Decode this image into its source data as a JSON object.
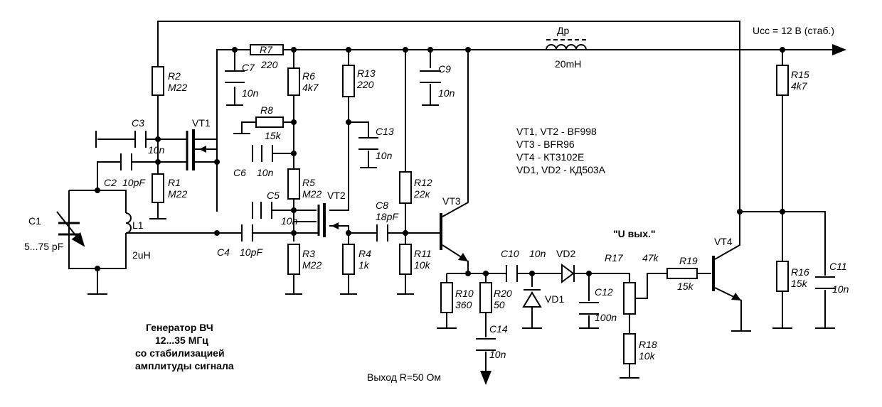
{
  "supply_label": "Ucc = 12 В (стаб.)",
  "choke": {
    "ref": "Др",
    "value": "20mH"
  },
  "components": {
    "R1": {
      "ref": "R1",
      "value": "M22"
    },
    "R2": {
      "ref": "R2",
      "value": "M22"
    },
    "R3": {
      "ref": "R3",
      "value": "M22"
    },
    "R4": {
      "ref": "R4",
      "value": "1k"
    },
    "R5": {
      "ref": "R5",
      "value": "M22"
    },
    "R6": {
      "ref": "R6",
      "value": "4k7"
    },
    "R7": {
      "ref": "R7",
      "value": "220"
    },
    "R8": {
      "ref": "R8",
      "value": "15k"
    },
    "R10": {
      "ref": "R10",
      "value": "360"
    },
    "R11": {
      "ref": "R11",
      "value": "10k"
    },
    "R12": {
      "ref": "R12",
      "value": "22к"
    },
    "R13": {
      "ref": "R13",
      "value": "220"
    },
    "R15": {
      "ref": "R15",
      "value": "4k7"
    },
    "R16": {
      "ref": "R16",
      "value": "15k"
    },
    "R17": {
      "ref": "R17",
      "value": "47k"
    },
    "R18": {
      "ref": "R18",
      "value": "10k"
    },
    "R19": {
      "ref": "R19",
      "value": "15k"
    },
    "R20": {
      "ref": "R20",
      "value": "50"
    },
    "C1": {
      "ref": "C1",
      "value": "5...75 pF"
    },
    "C2": {
      "ref": "C2",
      "value": "10pF"
    },
    "C3": {
      "ref": "C3",
      "value": "10n"
    },
    "C4": {
      "ref": "C4",
      "value": "10pF"
    },
    "C5": {
      "ref": "C5",
      "value": "10n"
    },
    "C6": {
      "ref": "C6",
      "value": "10n"
    },
    "C7": {
      "ref": "C7",
      "value": "10n"
    },
    "C8": {
      "ref": "C8",
      "value": "18pF"
    },
    "C9": {
      "ref": "C9",
      "value": "10n"
    },
    "C10": {
      "ref": "C10",
      "value": "10n"
    },
    "C11": {
      "ref": "C11",
      "value": "10n"
    },
    "C12": {
      "ref": "C12",
      "value": "100n"
    },
    "C13": {
      "ref": "C13",
      "value": "10n"
    },
    "C14": {
      "ref": "C14",
      "value": "10n"
    },
    "L1": {
      "ref": "L1",
      "value": "2uH"
    },
    "VT1": {
      "ref": "VT1"
    },
    "VT2": {
      "ref": "VT2"
    },
    "VT3": {
      "ref": "VT3"
    },
    "VT4": {
      "ref": "VT4"
    },
    "VD1": {
      "ref": "VD1"
    },
    "VD2": {
      "ref": "VD2"
    }
  },
  "parts_list": [
    "VT1, VT2 - BF998",
    "VT3 - BFR96",
    "VT4 - КТ3102Е",
    "VD1, VD2 - КД503А"
  ],
  "u_out_label": "\"U вых.\"",
  "output_label": "Выход R=50 Ом",
  "title_lines": [
    "Генератор ВЧ",
    "12...35 МГц",
    "со стабилизацией",
    "амплитуды сигнала"
  ]
}
